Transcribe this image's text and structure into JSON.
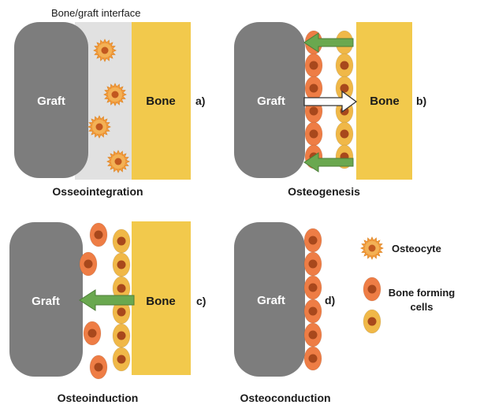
{
  "interface_label": "Bone/graft interface",
  "panels": {
    "a": {
      "graft": "Graft",
      "bone": "Bone",
      "letter": "a)",
      "title": "Osseointegration"
    },
    "b": {
      "graft": "Graft",
      "bone": "Bone",
      "letter": "b)",
      "title": "Osteogenesis"
    },
    "c": {
      "graft": "Graft",
      "bone": "Bone",
      "letter": "c)",
      "title": "Osteoinduction"
    },
    "d": {
      "graft": "Graft",
      "letter": "d)",
      "title": "Osteoconduction"
    }
  },
  "legend": {
    "osteocyte": "Osteocyte",
    "bone_forming_line1": "Bone forming",
    "bone_forming_line2": "cells"
  },
  "colors": {
    "graft": "#7d7d7d",
    "bone": "#f2c94c",
    "interface": "#e1e1e1",
    "orange_cell": "#ee7d45",
    "yellow_cell": "#f0b848",
    "nucleus": "#a8481c",
    "green_arrow": "#6aa84f",
    "osteocyte": "#f29a3c"
  },
  "icons": {
    "osteocyte": "spiky-cell-icon",
    "green_arrow": "arrow-left-icon",
    "white_arrow": "arrow-right-icon"
  }
}
